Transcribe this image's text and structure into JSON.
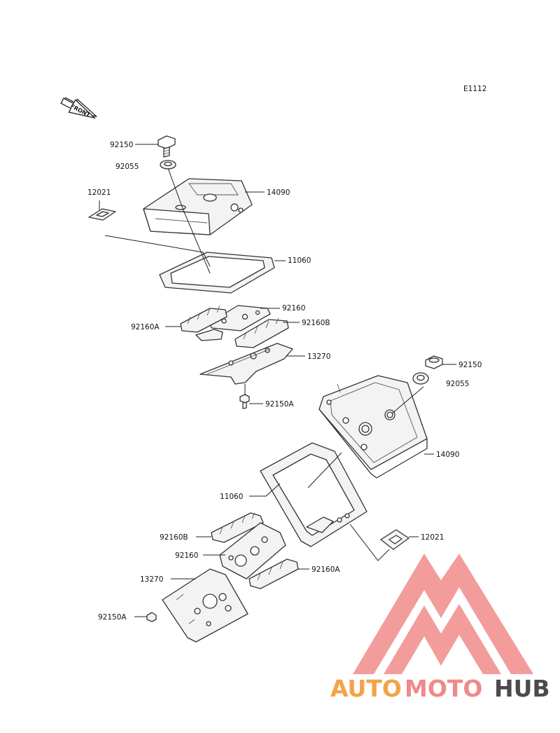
{
  "diagram_code": "E1112",
  "front_label": "FRONT",
  "watermark": {
    "brand_part1": "AUTO",
    "brand_part2": "MOTO",
    "brand_part3": "HUB",
    "colors": {
      "auto": "#f4a347",
      "moto": "#f08a8a",
      "hub": "#4e4a4b",
      "logo": "#f28b8b"
    }
  },
  "labels": {
    "l1": "92150",
    "l2": "92055",
    "l3": "12021",
    "l4": "14090",
    "l5": "11060",
    "l6": "92160",
    "l7": "92160A",
    "l8": "92160B",
    "l9": "13270",
    "l10": "92150A",
    "l11": "92150",
    "l12": "92055",
    "l13": "14090",
    "l14": "11060",
    "l15": "92160B",
    "l16": "12021",
    "l17": "92160",
    "l18": "92160A",
    "l19": "13270",
    "l20": "92150A"
  }
}
